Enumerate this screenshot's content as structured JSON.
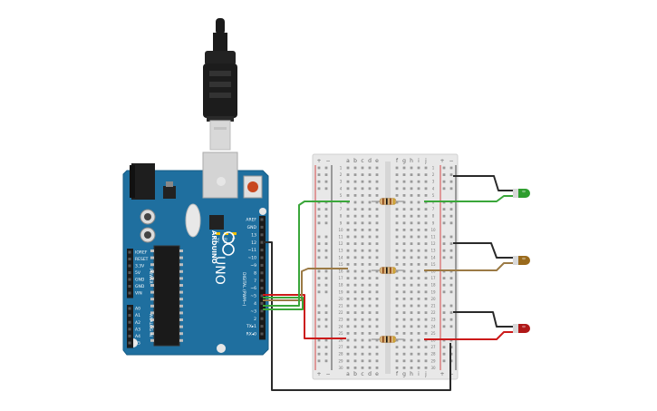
{
  "title": "",
  "colors": {
    "board": "#1f6f9f",
    "board_edge": "#185d86",
    "breadboard": "#e6e6e6",
    "rail_red": "#d02020",
    "rail_black": "#222222",
    "wire_red": "#cc1a1a",
    "wire_green": "#3aa63a",
    "wire_brown": "#9b7a45",
    "wire_black": "#2a2a2a",
    "led_green": "#2e9e2e",
    "led_amber": "#9a6a1c",
    "led_red": "#b01818"
  },
  "arduino": {
    "brand": "ARDUINO",
    "model": "UNO",
    "power_header": [
      "IOREF",
      "RESET",
      "3.3V",
      "5V",
      "GND",
      "GND",
      "VIN"
    ],
    "power_label": "POWER",
    "analog_header": [
      "A0",
      "A1",
      "A2",
      "A3",
      "A4",
      "A5"
    ],
    "analog_label": "ANALOG IN",
    "digital_header": [
      "AREF",
      "GND",
      "13",
      "12",
      "~11",
      "~10",
      "~9",
      "8",
      "7",
      "~6",
      "~5",
      "4",
      "~3",
      "2",
      "TX▸1",
      "RX◂0"
    ],
    "digital_label": "DIGITAL (PWM~)",
    "led_labels": [
      "TX",
      "RX",
      "L"
    ]
  },
  "breadboard": {
    "cols_left": [
      "a",
      "b",
      "c",
      "d",
      "e"
    ],
    "cols_right": [
      "f",
      "g",
      "h",
      "i",
      "j"
    ],
    "rail_plus": "+",
    "rail_minus": "−",
    "rows": 30
  },
  "components": {
    "leds": [
      {
        "name": "led-green",
        "color": "green"
      },
      {
        "name": "led-amber",
        "color": "amber"
      },
      {
        "name": "led-red",
        "color": "red"
      }
    ],
    "resistors": 3
  }
}
